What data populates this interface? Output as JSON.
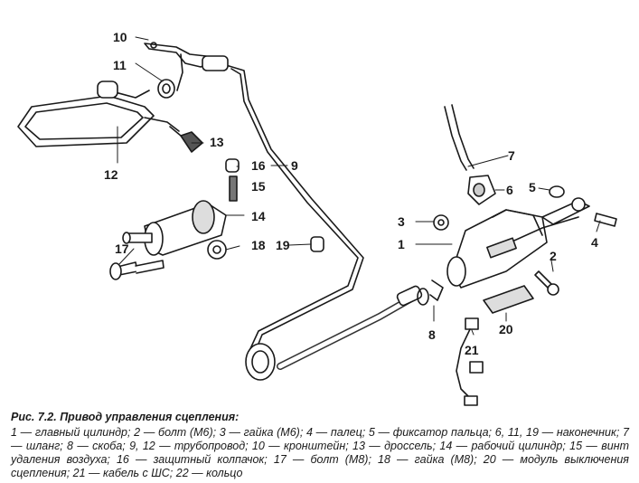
{
  "figure": {
    "caption_title": "Рис. 7.2. Привод управления сцепления:",
    "caption_legend": "1 — главный цилиндр; 2 — болт (М6); 3 — гайка (М6); 4 — палец; 5 — фиксатор пальца; 6, 11, 19 — наконечник; 7 — шланг; 8 — скоба; 9, 12 — трубопровод; 10 — кронштейн; 13 — дроссель; 14 — рабочий цилиндр; 15 — винт удаления воздуха; 16 — защитный колпачок; 17 — болт (М8); 18 — гайка (М8); 20 — модуль выключения сцепления; 21 — кабель с ШС; 22 — кольцо"
  },
  "callouts": [
    "1",
    "2",
    "3",
    "4",
    "5",
    "6",
    "7",
    "8",
    "9",
    "10",
    "11",
    "12",
    "13",
    "14",
    "15",
    "16",
    "17",
    "18",
    "19",
    "20",
    "21"
  ],
  "colors": {
    "ink": "#1a1a1a",
    "paper": "#ffffff",
    "shade": "#9a9a9a"
  }
}
